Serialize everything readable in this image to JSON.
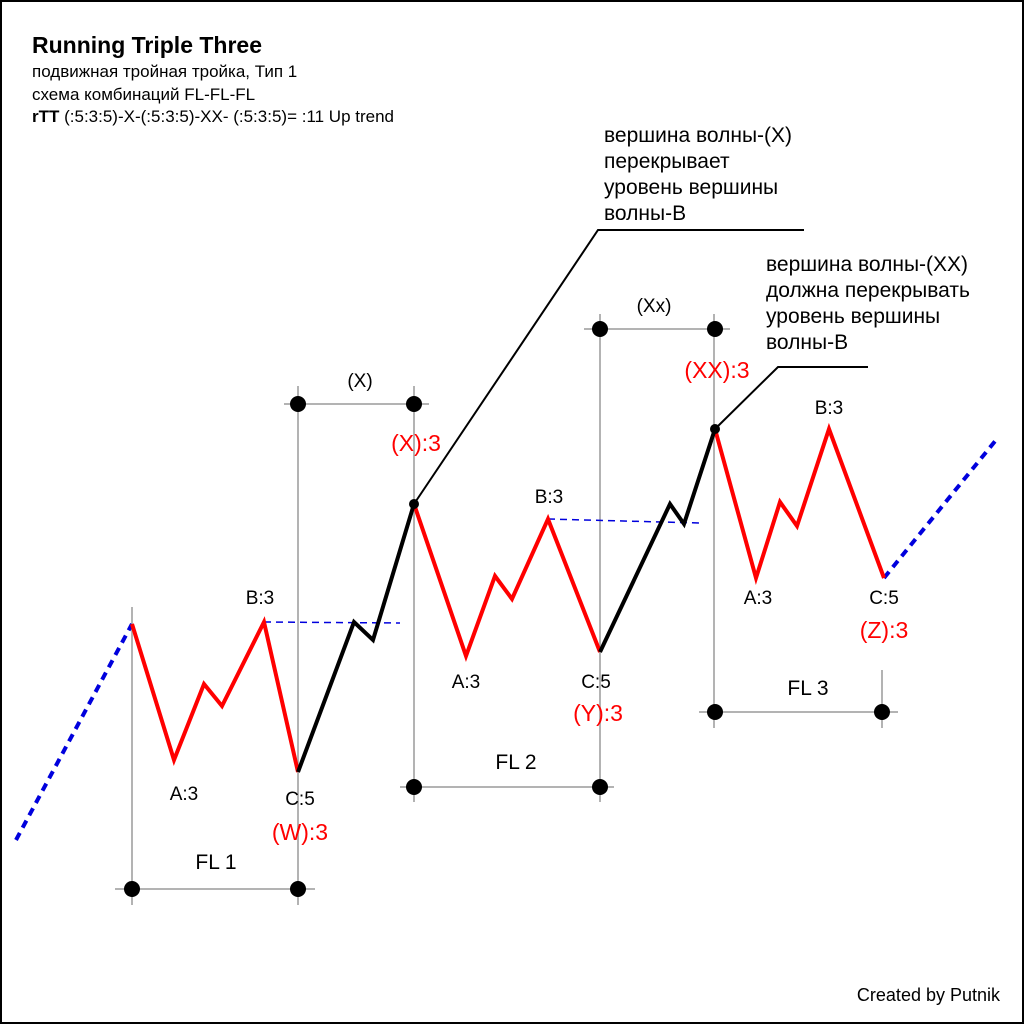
{
  "header": {
    "title": "Running Triple Three",
    "line1": "подвижная тройная тройка, Тип 1",
    "line2": "схема комбинаций FL-FL-FL",
    "line3_bold": "rTT",
    "line3_rest": " (:5:3:5)-X-(:5:3:5)-XX- (:5:3:5)= :11 Up trend"
  },
  "notes": {
    "x_overlap": [
      "вершина волны-(X)",
      "перекрывает",
      "уровень вершины",
      "волны-B"
    ],
    "xx_overlap": [
      "вершина волны-(XX)",
      "должна перекрывать",
      "уровень вершины",
      "волны-B"
    ]
  },
  "labels": {
    "fl1": {
      "a": "A:3",
      "b": "B:3",
      "c": "C:5",
      "end": "(W):3",
      "range": "FL 1"
    },
    "x": {
      "end": "(X):3",
      "range": "(X)"
    },
    "fl2": {
      "a": "A:3",
      "b": "B:3",
      "c": "C:5",
      "end": "(Y):3",
      "range": "FL 2"
    },
    "xx": {
      "end": "(XX):3",
      "range": "(Xx)"
    },
    "fl3": {
      "a": "A:3",
      "b": "B:3",
      "c": "C:5",
      "end": "(Z):3",
      "range": "FL 3"
    }
  },
  "colors": {
    "correction": "#ff0000",
    "connector": "#000000",
    "trend": "#0000dd",
    "guide": "#b3b3b3"
  },
  "credit": "Created by Putnik"
}
